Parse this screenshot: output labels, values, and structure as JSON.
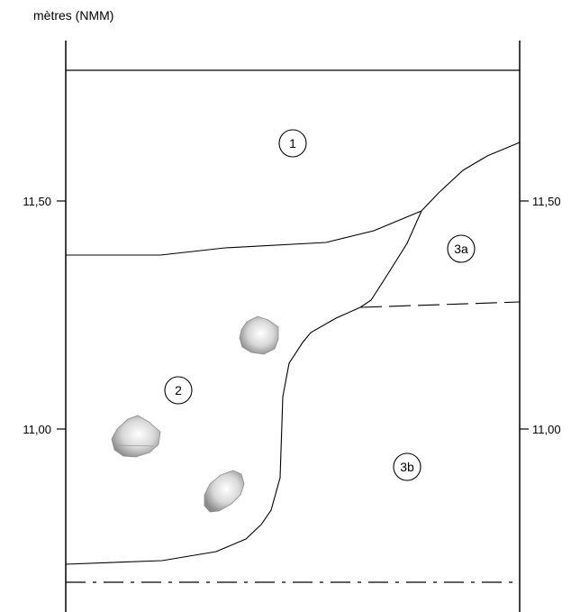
{
  "axis": {
    "unit_label": "mètres (NMM)",
    "ticks": [
      {
        "label": "11,50",
        "value": 11.5
      },
      {
        "label": "11,00",
        "value": 11.0
      }
    ]
  },
  "zones": [
    {
      "id": "layer-1",
      "label": "1"
    },
    {
      "id": "layer-2",
      "label": "2"
    },
    {
      "id": "layer-3a",
      "label": "3a"
    },
    {
      "id": "layer-3b",
      "label": "3b"
    }
  ],
  "stones": [
    {
      "id": "stone-upper"
    },
    {
      "id": "stone-left"
    },
    {
      "id": "stone-lower"
    }
  ]
}
